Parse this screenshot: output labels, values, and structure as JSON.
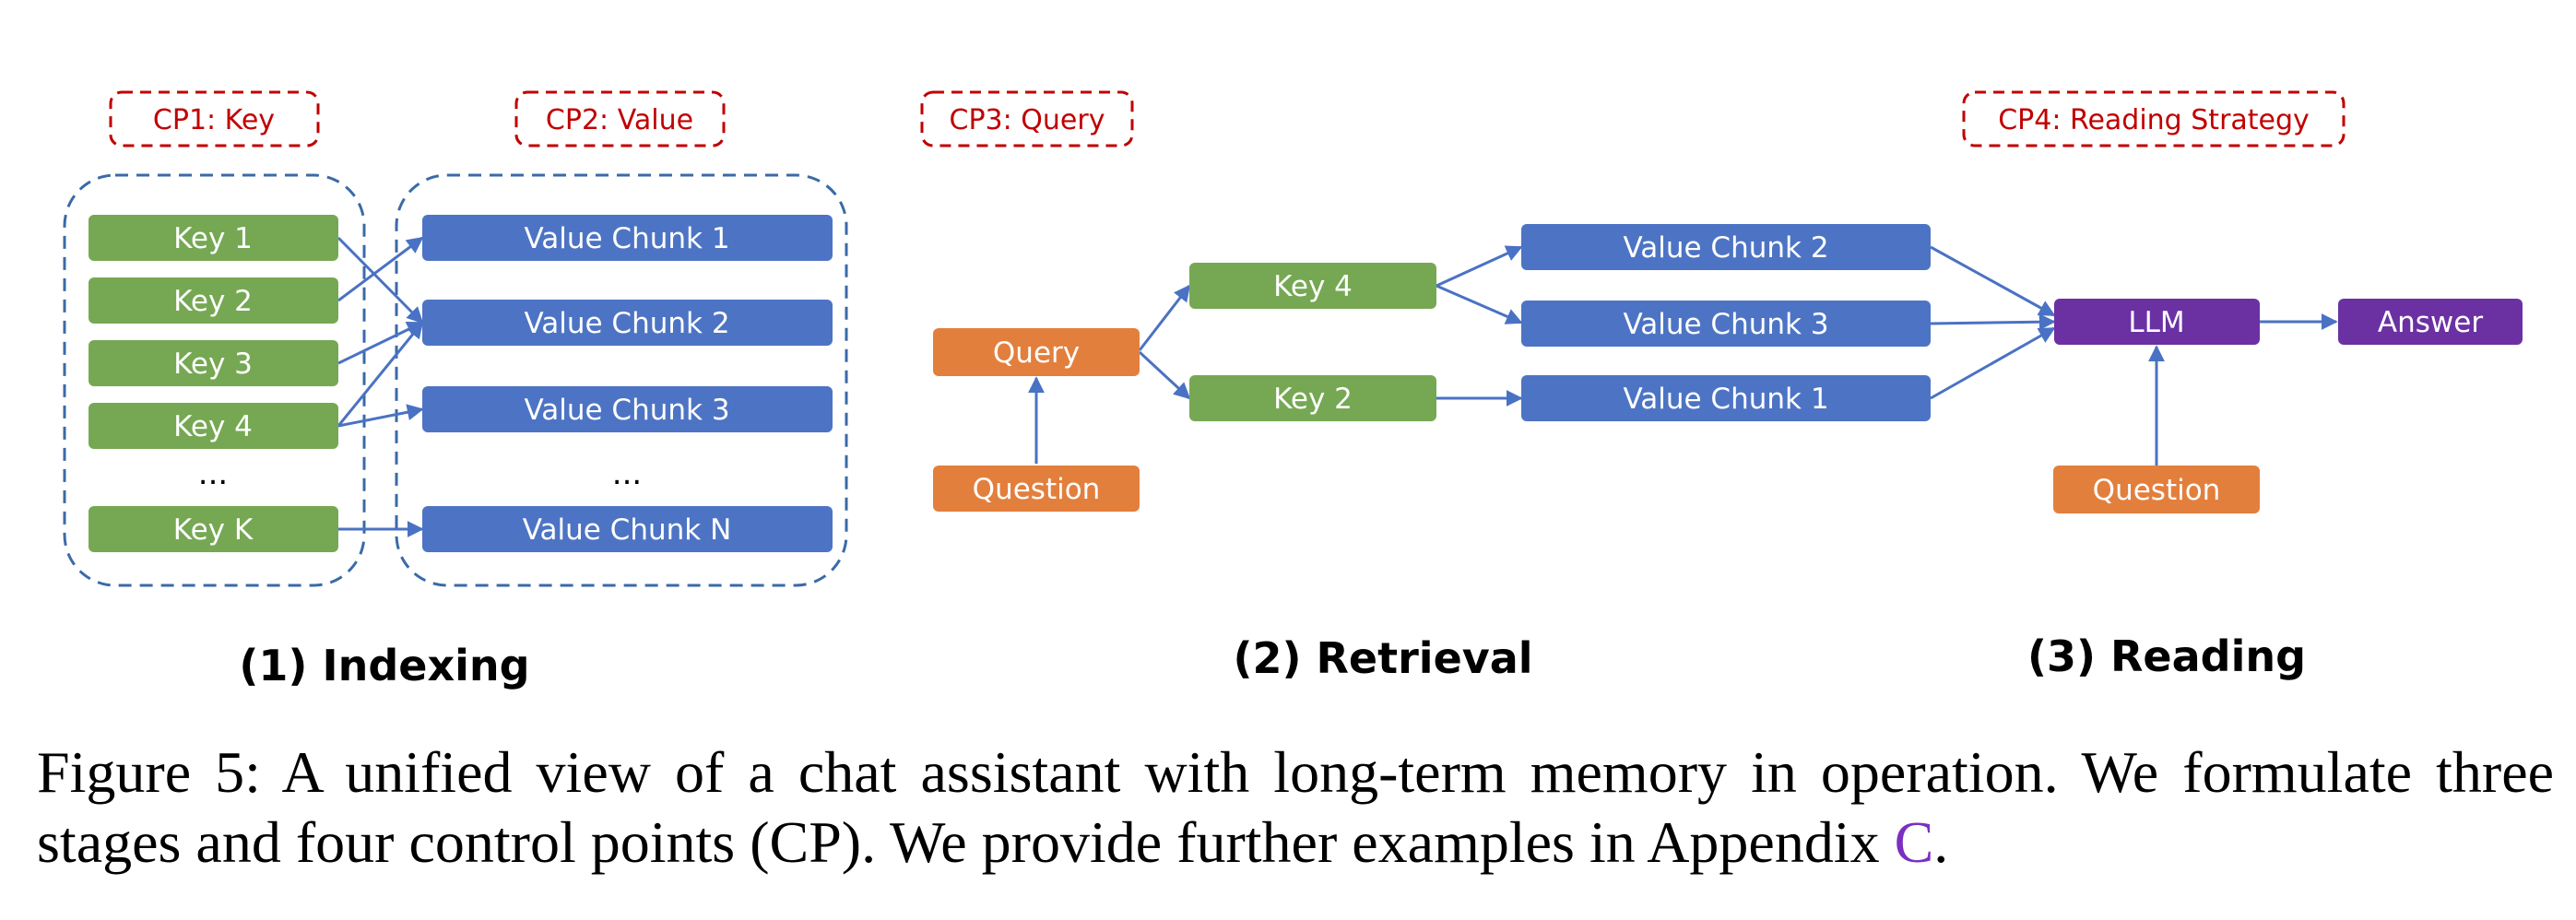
{
  "colors": {
    "key": "#76a854",
    "value": "#4d74c4",
    "query": "#e37f3c",
    "llm": "#6b31a3",
    "control_point": "#c00000",
    "arrow": "#4a72c4",
    "group_border": "#3a6aa8"
  },
  "control_points": {
    "cp1": "CP1: Key",
    "cp2": "CP2: Value",
    "cp3": "CP3: Query",
    "cp4": "CP4: Reading Strategy"
  },
  "indexing": {
    "keys": [
      "Key 1",
      "Key 2",
      "Key 3",
      "Key 4",
      "Key K"
    ],
    "key_ellipsis": "...",
    "values": [
      "Value Chunk 1",
      "Value Chunk 2",
      "Value Chunk 3",
      "Value Chunk N"
    ],
    "value_ellipsis": "..."
  },
  "retrieval": {
    "query": "Query",
    "question": "Question",
    "keys": [
      "Key 4",
      "Key 2"
    ],
    "values": [
      "Value Chunk 2",
      "Value Chunk 3",
      "Value Chunk 1"
    ]
  },
  "reading": {
    "llm": "LLM",
    "question": "Question",
    "answer": "Answer"
  },
  "stages": {
    "indexing": "(1) Indexing",
    "retrieval": "(2) Retrieval",
    "reading": "(3) Reading"
  },
  "caption": {
    "text": "Figure 5: A unified view of a chat assistant with long-term memory in operation. We formulate three stages and four control points (CP). We provide further examples in Appendix ",
    "link": "C",
    "end": "."
  }
}
